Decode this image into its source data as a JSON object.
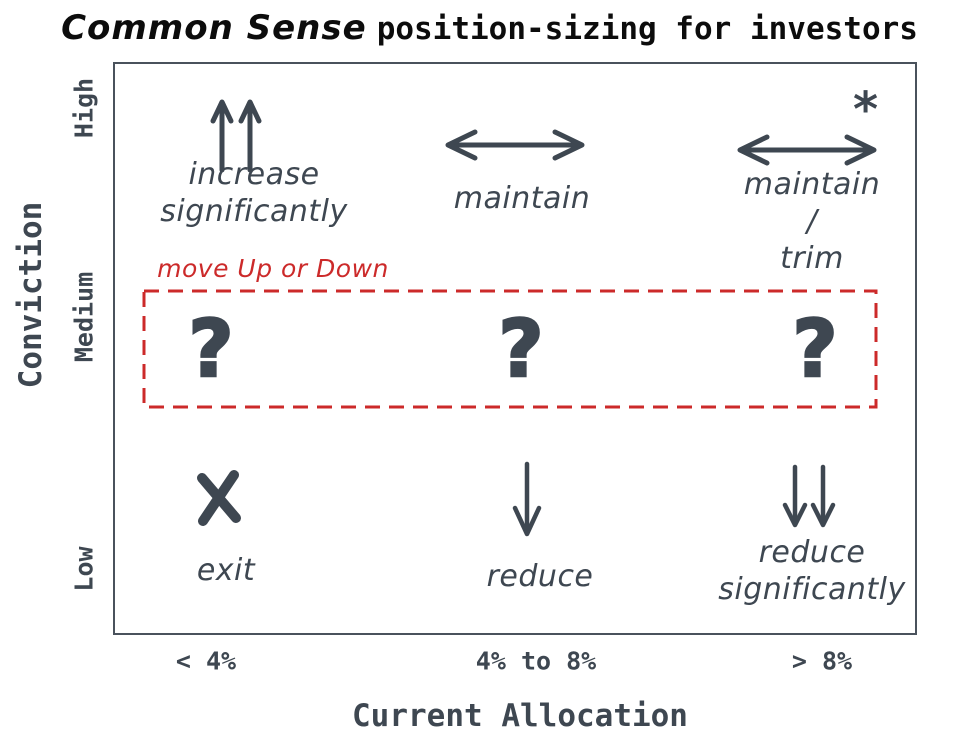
{
  "title": {
    "script_part": "Common Sense",
    "mono_part": "position-sizing for investors"
  },
  "y_axis": {
    "label": "Conviction",
    "ticks": [
      "High",
      "Medium",
      "Low"
    ]
  },
  "x_axis": {
    "label": "Current Allocation",
    "ticks": [
      "< 4%",
      "4% to 8%",
      "> 8%"
    ]
  },
  "matrix": {
    "high_row": {
      "low_alloc": {
        "icon": "double-up-arrow",
        "label": "increase\nsignificantly"
      },
      "mid_alloc": {
        "icon": "left-right-arrow",
        "label": "maintain"
      },
      "high_alloc": {
        "icon": "left-right-arrow",
        "footnote_marker": "*",
        "label": "maintain /\ntrim"
      }
    },
    "medium_row": {
      "annotation": "move Up or Down",
      "low_alloc": {
        "icon": "question-mark",
        "symbol": "?"
      },
      "mid_alloc": {
        "icon": "question-mark",
        "symbol": "?"
      },
      "high_alloc": {
        "icon": "question-mark",
        "symbol": "?"
      }
    },
    "low_row": {
      "low_alloc": {
        "icon": "x-mark",
        "label": "exit"
      },
      "mid_alloc": {
        "icon": "down-arrow",
        "label": "reduce"
      },
      "high_alloc": {
        "icon": "double-down-arrow",
        "label": "reduce\nsignificantly"
      }
    }
  },
  "colors": {
    "ink": "#3e4751",
    "accent_red": "#cc2a2a",
    "title_black": "#0c0c0c"
  }
}
